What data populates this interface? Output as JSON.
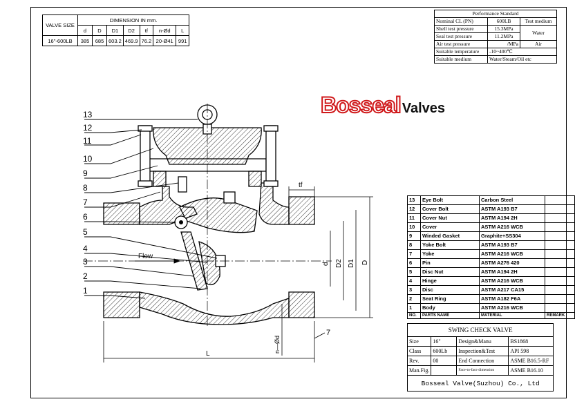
{
  "dimension_table": {
    "headers": [
      "VALVE SIZE",
      "DIMENSION IN mm."
    ],
    "columns": [
      "d",
      "D",
      "D1",
      "D2",
      "tf",
      "n-Ød",
      "L"
    ],
    "rows": [
      {
        "size": "16\"-600LB",
        "values": [
          "385",
          "685",
          "603.2",
          "469.9",
          "76.2",
          "20-Ø41",
          "991"
        ]
      }
    ]
  },
  "performance": {
    "title": "Performance Standard",
    "rows": [
      {
        "label": "Nominal CL (PN)",
        "value": "600LB",
        "extra": "Test medium"
      },
      {
        "label": "Shell test pressure",
        "value": "15.3MPa",
        "extra": "Water"
      },
      {
        "label": "Seal test pressure",
        "value": "11.2MPa",
        "extra": ""
      },
      {
        "label": "Air test pressure",
        "value": "/MPa",
        "extra": "Air"
      },
      {
        "label": "Suitable temperature",
        "value": "-10~400℃",
        "extra": ""
      },
      {
        "label": "Suitable medium",
        "value": "Water/Steam/Oil etc",
        "extra": ""
      }
    ]
  },
  "brand": {
    "logo": "Bosseal",
    "suffix": "Valves"
  },
  "drawing": {
    "callouts": [
      "13",
      "12",
      "11",
      "10",
      "9",
      "8",
      "7",
      "6",
      "5",
      "4",
      "3",
      "2",
      "1"
    ],
    "flow_label": "Flow",
    "dim_labels": {
      "tf": "tf",
      "d": "d",
      "D2": "D2",
      "D1": "D1",
      "D": "D",
      "L": "L",
      "nd": "n—Ød",
      "seven": "7"
    }
  },
  "parts": {
    "header": [
      "NO.",
      "PARTS NAME",
      "MATERIAL",
      "REMARK"
    ],
    "rows": [
      [
        "13",
        "Eye Bolt",
        "Carbon Steel"
      ],
      [
        "12",
        "Cover Bolt",
        "ASTM A193 B7"
      ],
      [
        "11",
        "Cover Nut",
        "ASTM A194 2H"
      ],
      [
        "10",
        "Cover",
        "ASTM A216 WCB"
      ],
      [
        "9",
        "Winded Gasket",
        "Graphite+SS304"
      ],
      [
        "8",
        "Yoke Bolt",
        "ASTM A193 B7"
      ],
      [
        "7",
        "Yoke",
        "ASTM A216 WCB"
      ],
      [
        "6",
        "Pin",
        "ASTM A276 420"
      ],
      [
        "5",
        "Disc Nut",
        "ASTM A194 2H"
      ],
      [
        "4",
        "Hinge",
        "ASTM A216 WCB"
      ],
      [
        "3",
        "Disc",
        "ASTM A217 CA15"
      ],
      [
        "2",
        "Seat Ring",
        "ASTM A182 F6A"
      ],
      [
        "1",
        "Body",
        "ASTM A216 WCB"
      ]
    ]
  },
  "title_block": {
    "product": "SWING CHECK VALVE",
    "rows": [
      [
        "Size",
        "16\"",
        "Design&Manu",
        "BS1868"
      ],
      [
        "Class",
        "600Lb",
        "Inspection&Test",
        "API 598"
      ],
      [
        "Rev.",
        "00",
        "End Connection",
        "ASME B16.5-RF"
      ],
      [
        "Man.Fig.",
        "",
        "Face-to-face dimension",
        "ASME B16.10"
      ]
    ],
    "company": "Bosseal Valve(Suzhou) Co., Ltd"
  }
}
